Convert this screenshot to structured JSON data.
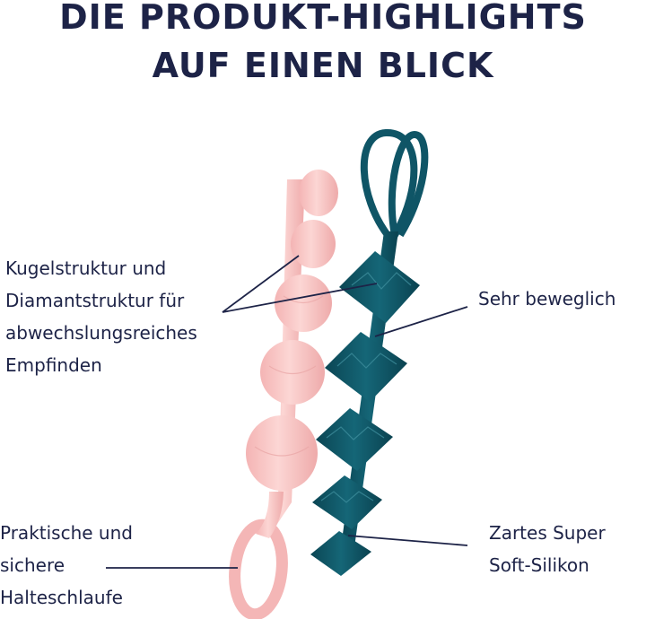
{
  "headline": {
    "line1": "DIE PRODUKT-HIGHLIGHTS",
    "line2": "AUF EINEN BLICK"
  },
  "callouts": {
    "structure": {
      "lines": [
        "Kugelstruktur und",
        "Diamantstruktur für",
        "abwechslungsreiches",
        "Empfinden"
      ]
    },
    "flexible": {
      "lines": [
        "Sehr beweglich"
      ]
    },
    "loop": {
      "lines": [
        "Praktische und",
        "sichere",
        "Halteschlaufe"
      ]
    },
    "silicone": {
      "lines": [
        "Zartes Super",
        "Soft-Silikon"
      ]
    }
  },
  "colors": {
    "text": "#1d2347",
    "pink_beads": "#f7c6c6",
    "teal_beads": "#0f5566"
  }
}
